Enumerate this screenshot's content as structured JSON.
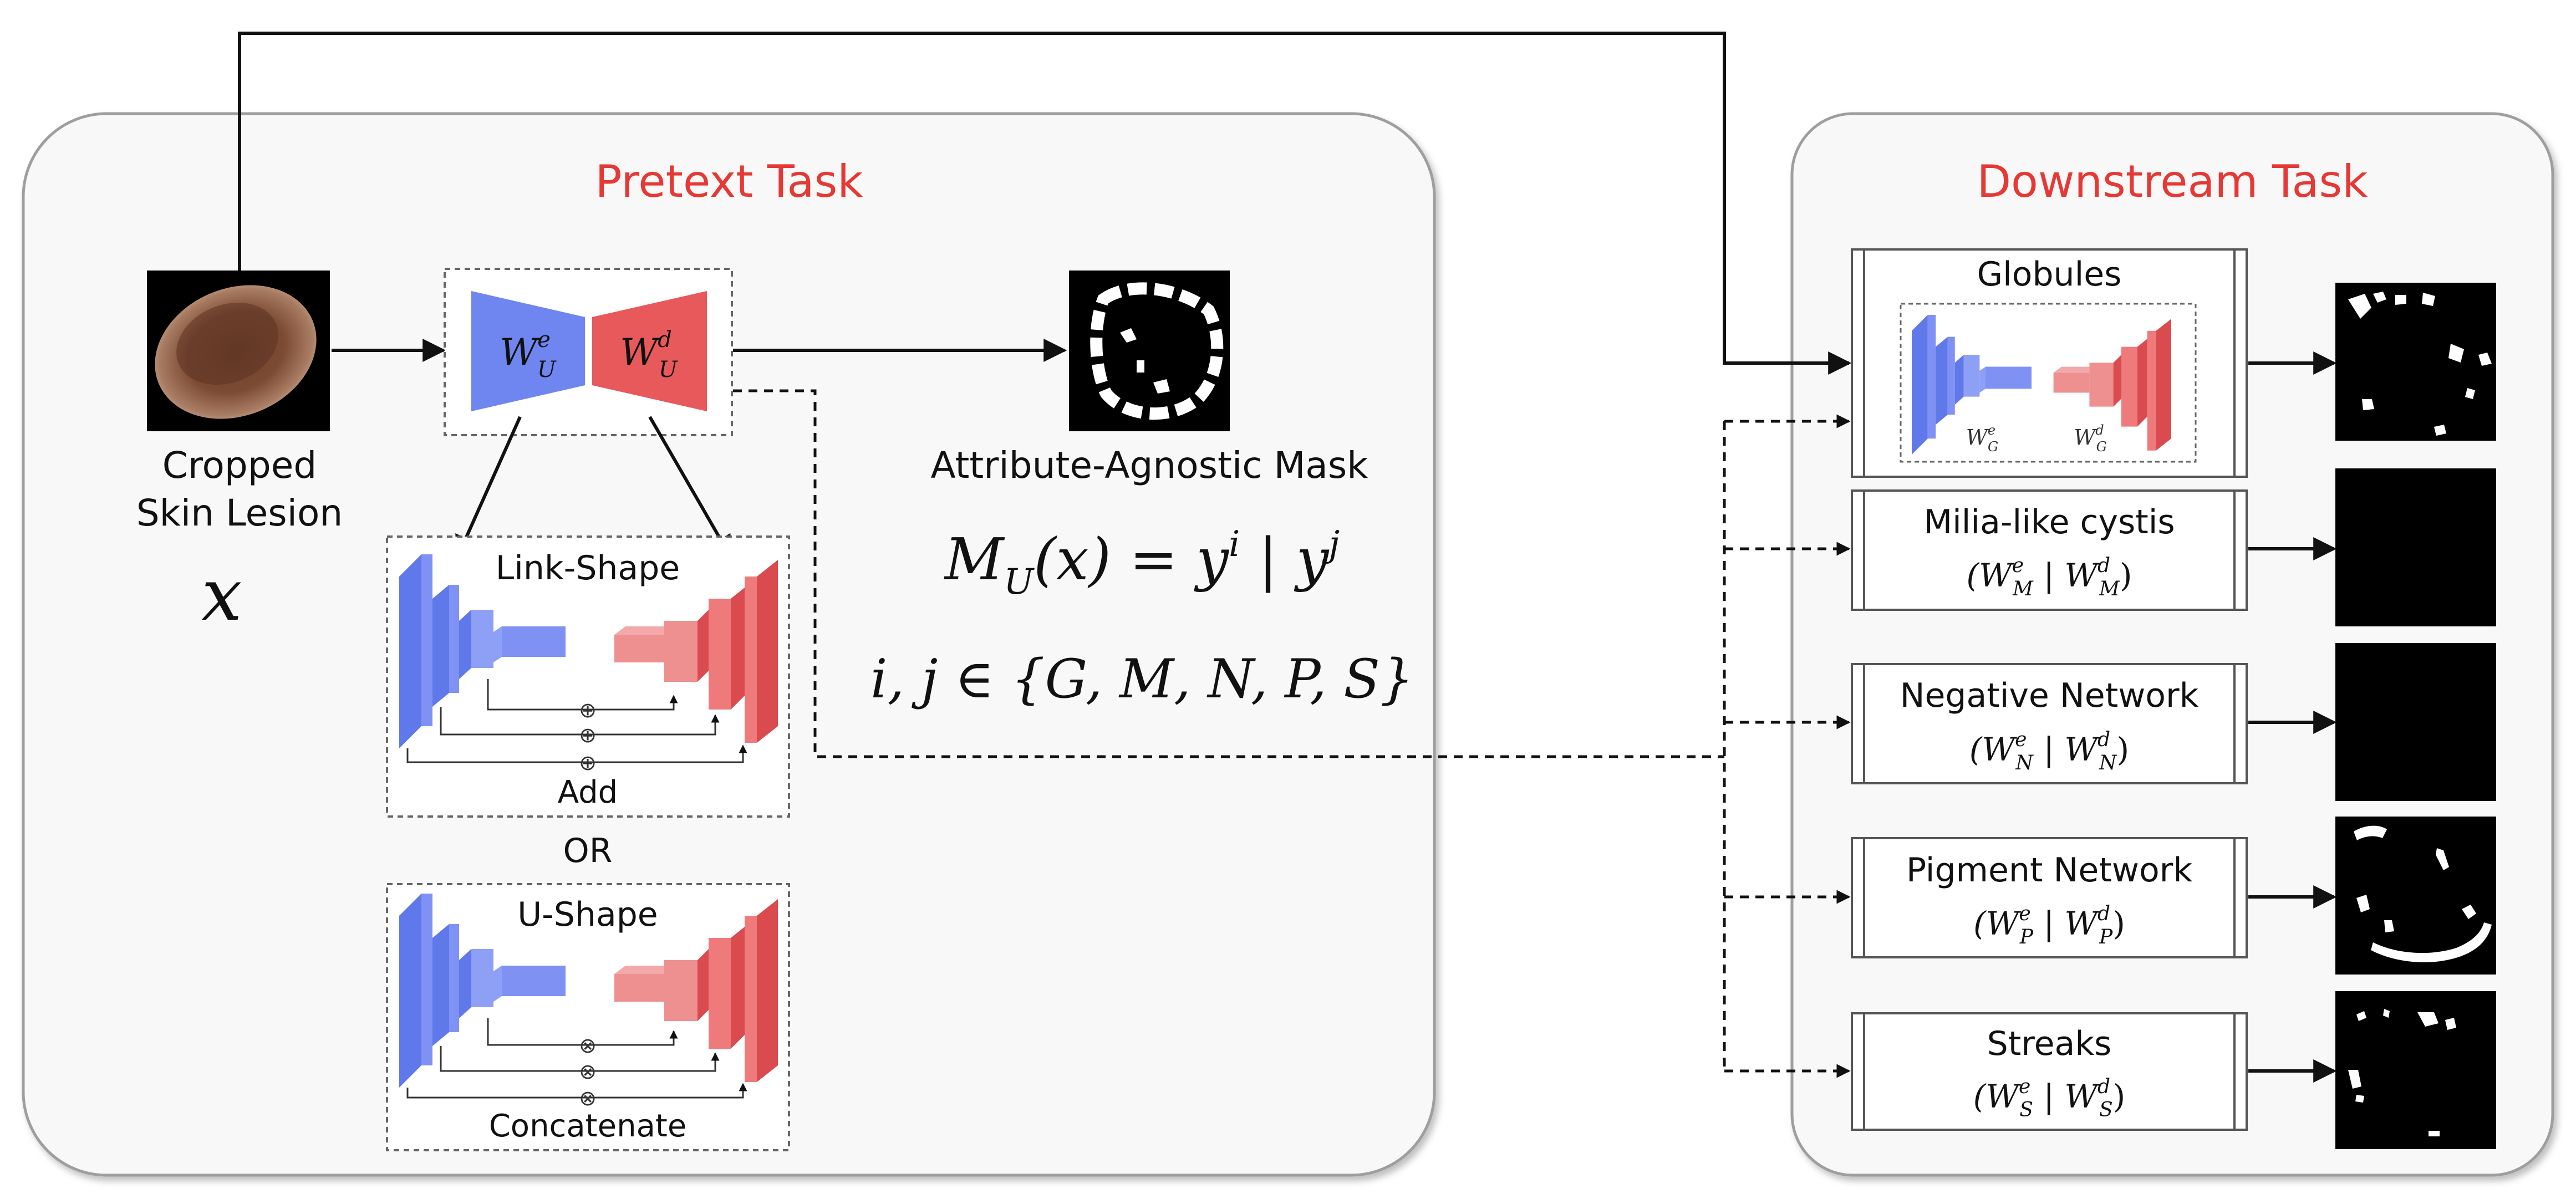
{
  "pretext": {
    "title": "Pretext Task",
    "input_label_line1": "Cropped",
    "input_label_line2": "Skin Lesion",
    "input_symbol": "x",
    "encoder_symbol": "W",
    "encoder_sup": "e",
    "encoder_sub": "U",
    "decoder_symbol": "W",
    "decoder_sup": "d",
    "decoder_sub": "U",
    "mask_label": "Attribute-Agnostic Mask",
    "formula_line1": "M_U(x) = y^i | y^j",
    "formula_lhs": "M",
    "formula_lhs_sub": "U",
    "formula_arg": "(x) = y",
    "formula_sup_i": "i",
    "formula_bar": " | y",
    "formula_sup_j": "j",
    "formula_line2": "i, j ∈ {G, M, N, P, S}",
    "link_shape_title": "Link-Shape",
    "link_shape_op": "Add",
    "or_label": "OR",
    "u_shape_title": "U-Shape",
    "u_shape_op": "Concatenate",
    "add_symbol": "⊕",
    "concat_symbol": "⊗"
  },
  "downstream": {
    "title": "Downstream Task",
    "tasks": [
      {
        "name": "Globules",
        "enc": "W",
        "enc_sup": "e",
        "enc_sub": "G",
        "dec_sup": "d",
        "dec_sub": "G"
      },
      {
        "name": "Milia-like cystis",
        "weights": "(W^e_M | W^d_M)",
        "open": "(W",
        "sup_e": "e",
        "sub_e": "M",
        "mid": " | W",
        "sup_d": "d",
        "sub_d": "M",
        "close": ")"
      },
      {
        "name": "Negative Network",
        "weights": "(W^e_N | W^d_N)",
        "open": "(W",
        "sup_e": "e",
        "sub_e": "N",
        "mid": " | W",
        "sup_d": "d",
        "sub_d": "N",
        "close": ")"
      },
      {
        "name": "Pigment Network",
        "weights": "(W^e_P | W^d_P)",
        "open": "(W",
        "sup_e": "e",
        "sub_e": "P",
        "mid": " | W",
        "sup_d": "d",
        "sub_d": "P",
        "close": ")"
      },
      {
        "name": "Streaks",
        "weights": "(W^e_S | W^d_S)",
        "open": "(W",
        "sup_e": "e",
        "sub_e": "S",
        "mid": " | W",
        "sup_d": "d",
        "sub_d": "S",
        "close": ")"
      }
    ]
  },
  "colors": {
    "title_red": "#e53935",
    "encoder_blue": "#6f86f0",
    "decoder_red": "#e8595c",
    "panel_border": "#9e9e9e"
  }
}
